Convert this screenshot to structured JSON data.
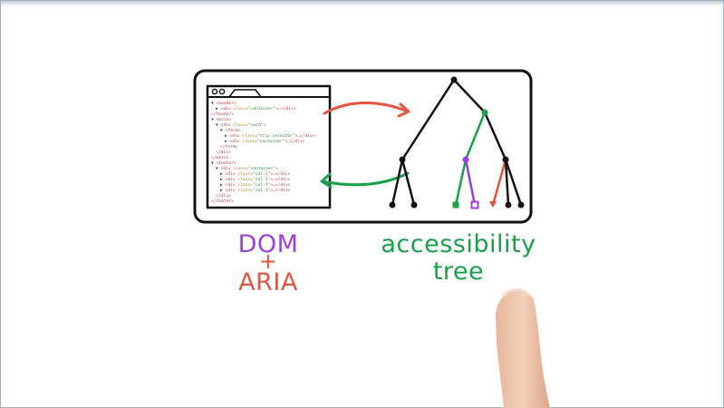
{
  "labels": {
    "dom": "DOM",
    "plus": "+",
    "aria": "ARIA",
    "accessibility": "accessibility",
    "tree": "tree"
  },
  "code_lines": [
    {
      "indent": 0,
      "arrow": "▼",
      "tag": "<header>",
      "rest": ""
    },
    {
      "indent": 1,
      "arrow": "▶",
      "tag": "<div ",
      "attr": "class=",
      "val": "\"container\"",
      "rest": ">…</div>"
    },
    {
      "indent": 0,
      "arrow": "",
      "tag": "</header>",
      "rest": ""
    },
    {
      "indent": 0,
      "arrow": "▼",
      "tag": "<main>",
      "rest": ""
    },
    {
      "indent": 1,
      "arrow": "▼",
      "tag": "<div ",
      "attr": "class=",
      "val": "\"card\"",
      "rest": ">"
    },
    {
      "indent": 2,
      "arrow": "▼",
      "tag": "<form>",
      "rest": ""
    },
    {
      "indent": 3,
      "arrow": "▶",
      "tag": "<div ",
      "attr": "class=",
      "val": "\"trip-selector\"",
      "rest": ">…</div>"
    },
    {
      "indent": 3,
      "arrow": "▶",
      "tag": "<div ",
      "attr": "class=",
      "val": "\"container\"",
      "rest": ">…</div>"
    },
    {
      "indent": 2,
      "arrow": "",
      "tag": "</form>",
      "rest": ""
    },
    {
      "indent": 1,
      "arrow": "",
      "tag": "</div>",
      "rest": ""
    },
    {
      "indent": 0,
      "arrow": "",
      "tag": "</main>",
      "rest": ""
    },
    {
      "indent": 0,
      "arrow": "▼",
      "tag": "<footer>",
      "rest": ""
    },
    {
      "indent": 1,
      "arrow": "▼",
      "tag": "<div ",
      "attr": "class=",
      "val": "\"container\"",
      "rest": ">"
    },
    {
      "indent": 2,
      "arrow": "▶",
      "tag": "<div ",
      "attr": "class=",
      "val": "\"col-1\"",
      "rest": ">…</div>"
    },
    {
      "indent": 2,
      "arrow": "▶",
      "tag": "<div ",
      "attr": "class=",
      "val": "\"col-1\"",
      "rest": ">…</div>"
    },
    {
      "indent": 2,
      "arrow": "▶",
      "tag": "<div ",
      "attr": "class=",
      "val": "\"col-1\"",
      "rest": ">…</div>"
    },
    {
      "indent": 2,
      "arrow": "▶",
      "tag": "<div ",
      "attr": "class=",
      "val": "\"col-1\"",
      "rest": ">…</div>"
    },
    {
      "indent": 1,
      "arrow": "",
      "tag": "</div>",
      "rest": ""
    },
    {
      "indent": 0,
      "arrow": "",
      "tag": "</footer>",
      "rest": ""
    }
  ],
  "colors": {
    "dom": "#9b3fe3",
    "aria": "#e2553f",
    "accessibility": "#1aa04a",
    "outline": "#111111",
    "arrow_to_tree": "#e2553f",
    "arrow_to_dom": "#1aa04a"
  }
}
